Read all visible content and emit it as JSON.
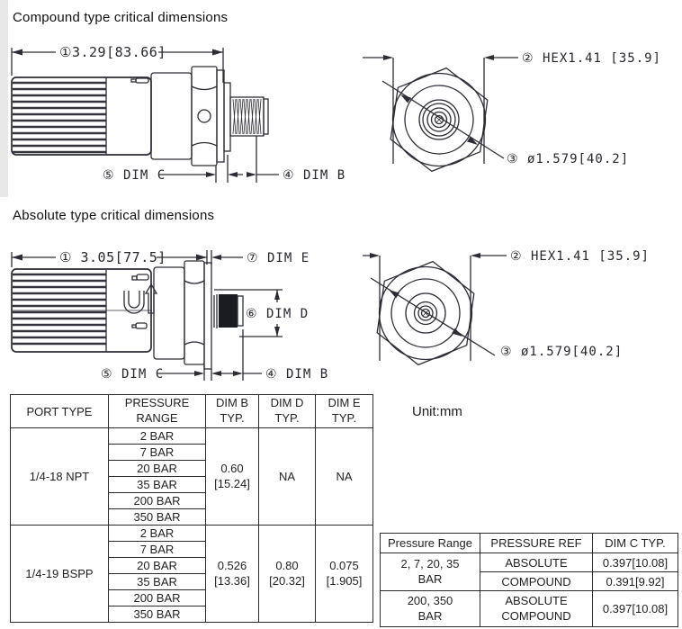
{
  "compound": {
    "title": "Compound type critical dimensions",
    "side": {
      "overall": "①3.29[83.66]",
      "dim_c": "⑤ DIM C",
      "dim_b": "④ DIM B"
    },
    "front": {
      "hex": "② HEX1.41 [35.9]",
      "diameter": "③ ø1.579[40.2]"
    }
  },
  "absolute": {
    "title": "Absolute type critical dimensions",
    "side": {
      "overall": "① 3.05[77.5]",
      "dim_e": "⑦ DIM E",
      "dim_d": "⑥ DIM D",
      "dim_c": "⑤ DIM C",
      "dim_b": "④ DIM B"
    },
    "front": {
      "hex": "② HEX1.41 [35.9]",
      "diameter": "③ ø1.579[40.2]"
    }
  },
  "unit_note": "Unit:mm",
  "dimensions_table": {
    "headers": {
      "port_type": "PORT TYPE",
      "pressure_range": "PRESSURE\nRANGE",
      "dim_b": "DIM B\nTYP.",
      "dim_d": "DIM D\nTYP.",
      "dim_e": "DIM E\nTYP."
    },
    "groups": [
      {
        "port_type": "1/4-18 NPT",
        "pressure_ranges": [
          "2 BAR",
          "7 BAR",
          "20 BAR",
          "35 BAR",
          "200 BAR",
          "350 BAR"
        ],
        "dim_b": "0.60\n[15.24]",
        "dim_d": "NA",
        "dim_e": "NA"
      },
      {
        "port_type": "1/4-19 BSPP",
        "pressure_ranges": [
          "2 BAR",
          "7 BAR",
          "20 BAR",
          "35 BAR",
          "200 BAR",
          "350 BAR"
        ],
        "dim_b": "0.526\n[13.36]",
        "dim_d": "0.80\n[20.32]",
        "dim_e": "0.075\n[1.905]"
      }
    ]
  },
  "dim_c_table": {
    "headers": {
      "pressure_range": "Pressure Range",
      "pressure_ref": "PRESSURE REF",
      "dim_c": "DIM C TYP."
    },
    "group1": {
      "pressure_range": "2, 7, 20, 35\nBAR",
      "rows": [
        {
          "pressure_ref": "ABSOLUTE",
          "dim_c": "0.397[10.08]"
        },
        {
          "pressure_ref": "COMPOUND",
          "dim_c": "0.391[9.92]"
        }
      ]
    },
    "group2": {
      "pressure_range": "200, 350\nBAR",
      "pressure_ref": "ABSOLUTE\nCOMPOUND",
      "dim_c": "0.397[10.08]"
    }
  }
}
